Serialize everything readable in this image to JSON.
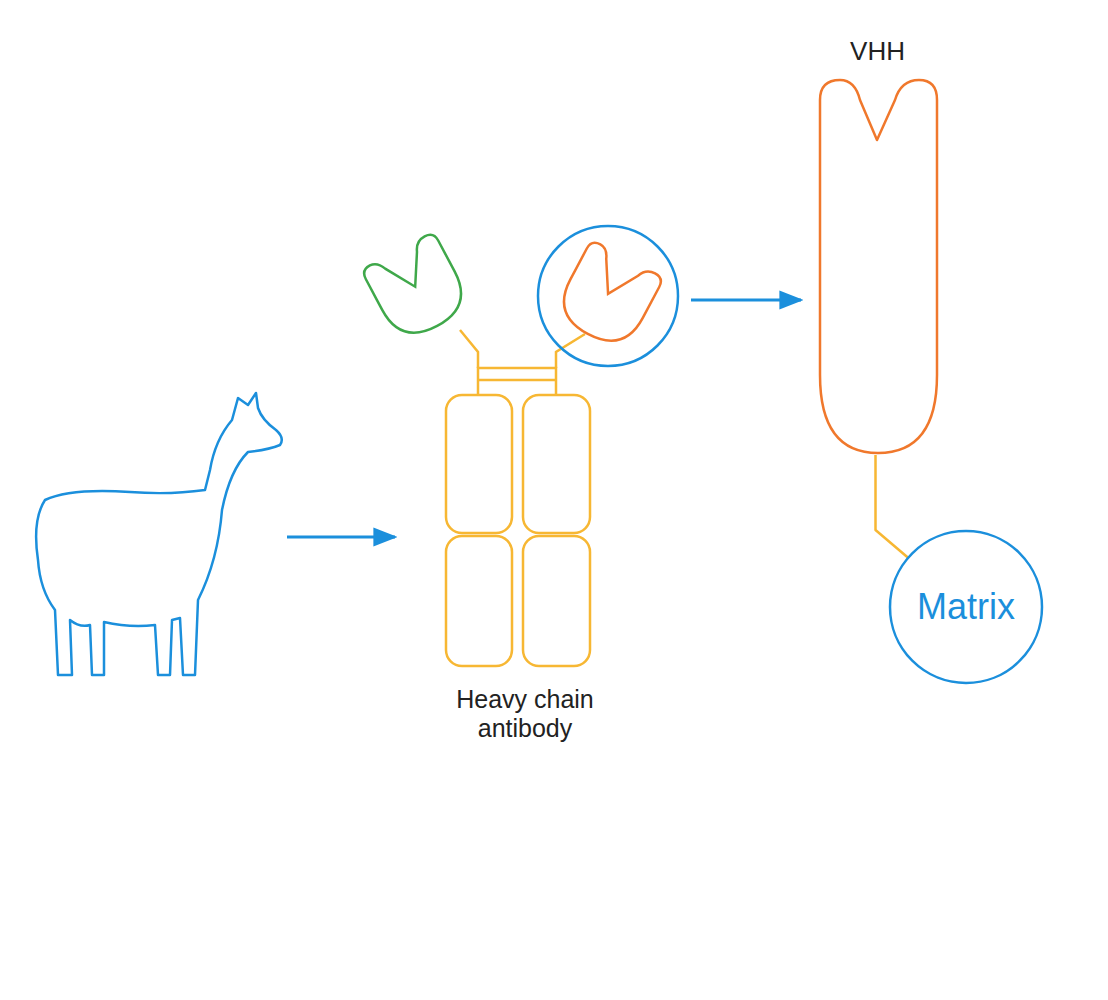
{
  "diagram": {
    "nodes": [
      {
        "text": [
          "Heavy chain antibody"
        ]
      },
      {
        "text": [
          "VHH"
        ]
      },
      {
        "text": [
          "Matrix"
        ]
      }
    ],
    "edges": [
      {
        "from": 0,
        "to": 1,
        "arrow": "to"
      },
      {
        "from": 1,
        "to": 2,
        "arrow": "none"
      }
    ]
  }
}
